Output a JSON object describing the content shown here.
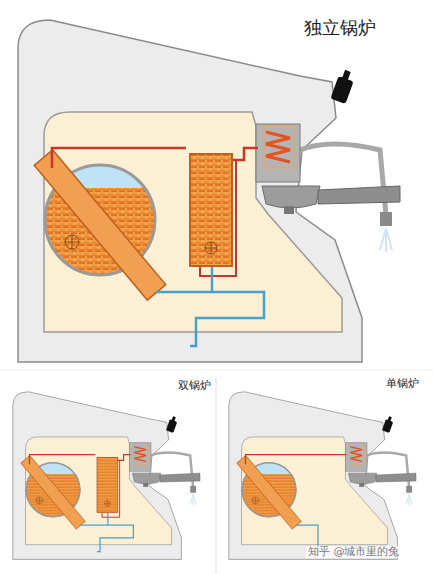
{
  "diagram": {
    "labels": [
      "独立锅炉",
      "双锅炉",
      "单锅炉",
      "知乎 @城市里的兔"
    ]
  }
}
